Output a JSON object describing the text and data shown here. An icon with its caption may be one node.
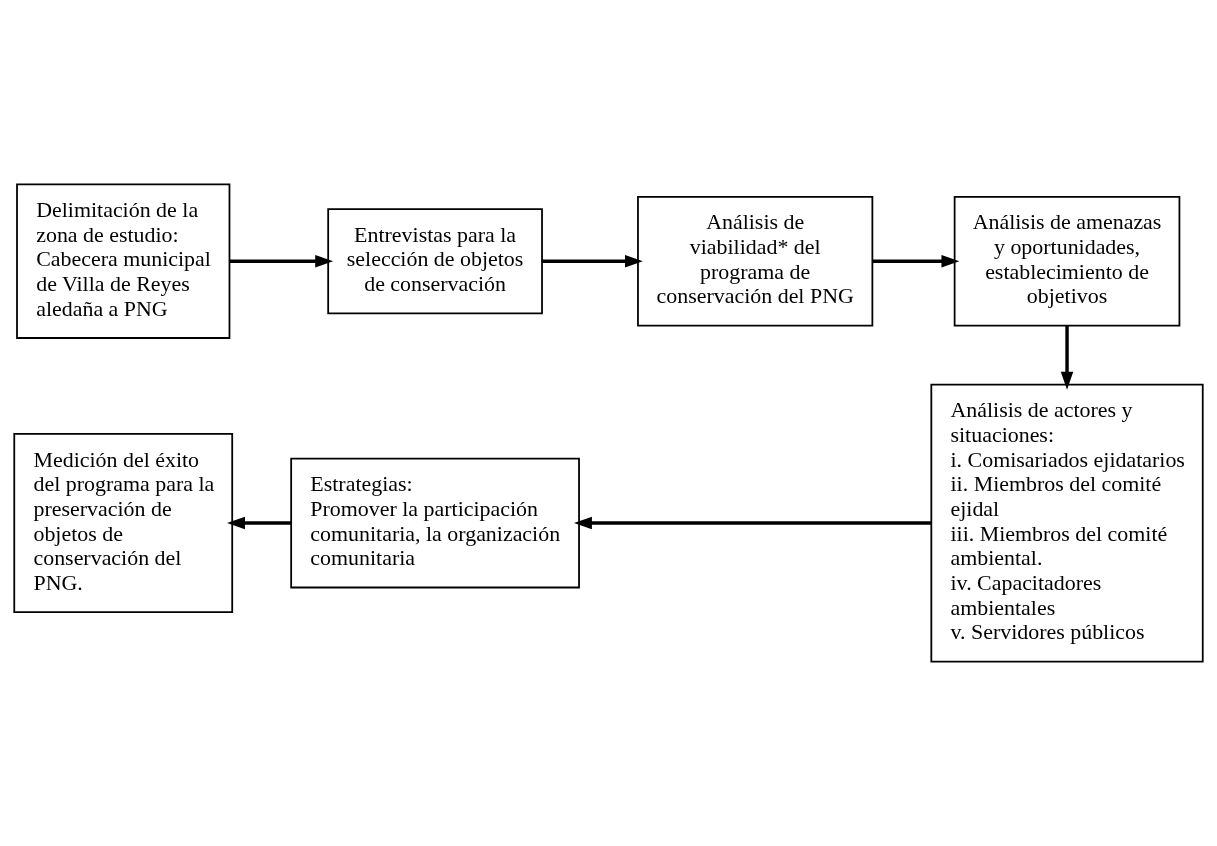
{
  "diagram": {
    "nodes": [
      {
        "text": [
          "Delimitación de la zona de estudio: Cabecera municipal de Villa de Reyes aledaña a PNG"
        ]
      },
      {
        "text": [
          "Entrevistas para la selección de objetos de conservación"
        ]
      },
      {
        "text": [
          "Análisis de viabilidad* del programa de conservación del PNG"
        ]
      },
      {
        "text": [
          "Análisis de amenazas y oportunidades, establecimiento de objetivos"
        ]
      },
      {
        "text": [
          "Análisis de actores y situaciones:",
          "i. Comisariados ejidatarios",
          "ii. Miembros del comité ejidal",
          "iii. Miembros del comité ambiental.",
          "iv. Capacitadores ambientales",
          "v. Servidores públicos"
        ]
      },
      {
        "text": [
          "Estrategias:",
          "Promover la participación comunitaria, la organización comunitaria"
        ]
      },
      {
        "text": [
          "Medición del éxito del programa para la preservación de objetos de conservación del PNG."
        ]
      }
    ],
    "edges": [
      {
        "from": 0,
        "to": 1,
        "arrow": "to"
      },
      {
        "from": 1,
        "to": 2,
        "arrow": "to"
      },
      {
        "from": 2,
        "to": 3,
        "arrow": "to"
      },
      {
        "from": 3,
        "to": 4,
        "arrow": "to"
      },
      {
        "from": 4,
        "to": 5,
        "arrow": "to"
      },
      {
        "from": 5,
        "to": 6,
        "arrow": "to"
      }
    ]
  }
}
